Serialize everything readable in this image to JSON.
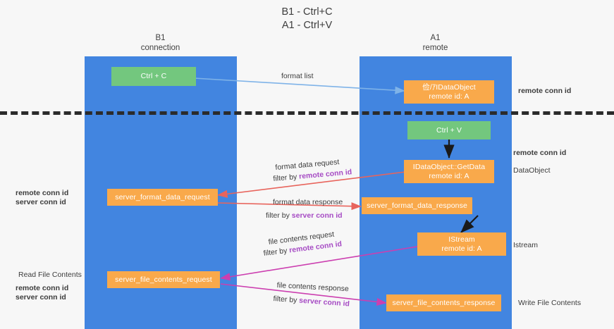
{
  "diagram": {
    "title_line1": "B1 - Ctrl+C",
    "title_line2": "A1 - Ctrl+V",
    "colors": {
      "lane": "#4285e0",
      "node_orange": "#f9a94b",
      "node_green": "#73c77e",
      "remote_conn_id": "#a64bc4",
      "server_conn_id": "#6aa84f",
      "arrow_blue": "#7fb3e8",
      "arrow_red": "#e8645c",
      "arrow_magenta": "#cc3fb0",
      "arrow_black": "#1a1a1a",
      "divider": "#2b2b2b",
      "background": "#f7f7f7"
    }
  },
  "columns": [
    {
      "name": "B1",
      "sub": "connection"
    },
    {
      "name": "A1",
      "sub": "remote"
    }
  ],
  "nodes": {
    "ctrl_c": {
      "label": "Ctrl + C"
    },
    "ctrl_v": {
      "label": "Ctrl + V"
    },
    "idataobject": {
      "line1": "俭/ｱIDataObject",
      "line2": "remote id: A"
    },
    "idataobject_getdata": {
      "line1": "IDataObject::GetData",
      "line2": "remote id: A"
    },
    "istream": {
      "line1": "IStream",
      "line2": "remote id: A"
    },
    "server_format_data_request": {
      "label": "server_format_data_request"
    },
    "server_format_data_response": {
      "label": "server_format_data_response"
    },
    "server_file_contents_request": {
      "label": "server_file_contents_request"
    },
    "server_file_contents_response": {
      "label": "server_file_contents_response"
    }
  },
  "edge_labels": {
    "format_list": "format list",
    "format_data_request": "format data request",
    "format_data_request_filter_prefix": "filter by ",
    "format_data_request_filter_value": "remote conn id",
    "format_data_response": "format data response",
    "format_data_response_filter_prefix": "filter by ",
    "format_data_response_filter_value": "server conn id",
    "file_contents_request": "file contents request",
    "file_contents_request_filter_prefix": "filter by ",
    "file_contents_request_filter_value": "remote conn id",
    "file_contents_response": "file contents response",
    "file_contents_response_filter_prefix": "filter by ",
    "file_contents_response_filter_value": "server conn id"
  },
  "annotations": {
    "right_remote_conn_id_top": "remote conn id",
    "right_remote_conn_id_mid": "remote conn id",
    "right_dataobject": "DataObject",
    "right_istream": "Istream",
    "right_write_file_contents": "Write File Contents",
    "left_remote_conn_id_mid": "remote conn id",
    "left_server_conn_id_mid": "server conn id",
    "left_read_file_contents": "Read File Contents",
    "left_remote_conn_id_bot": "remote conn id",
    "left_server_conn_id_bot": "server conn id"
  }
}
